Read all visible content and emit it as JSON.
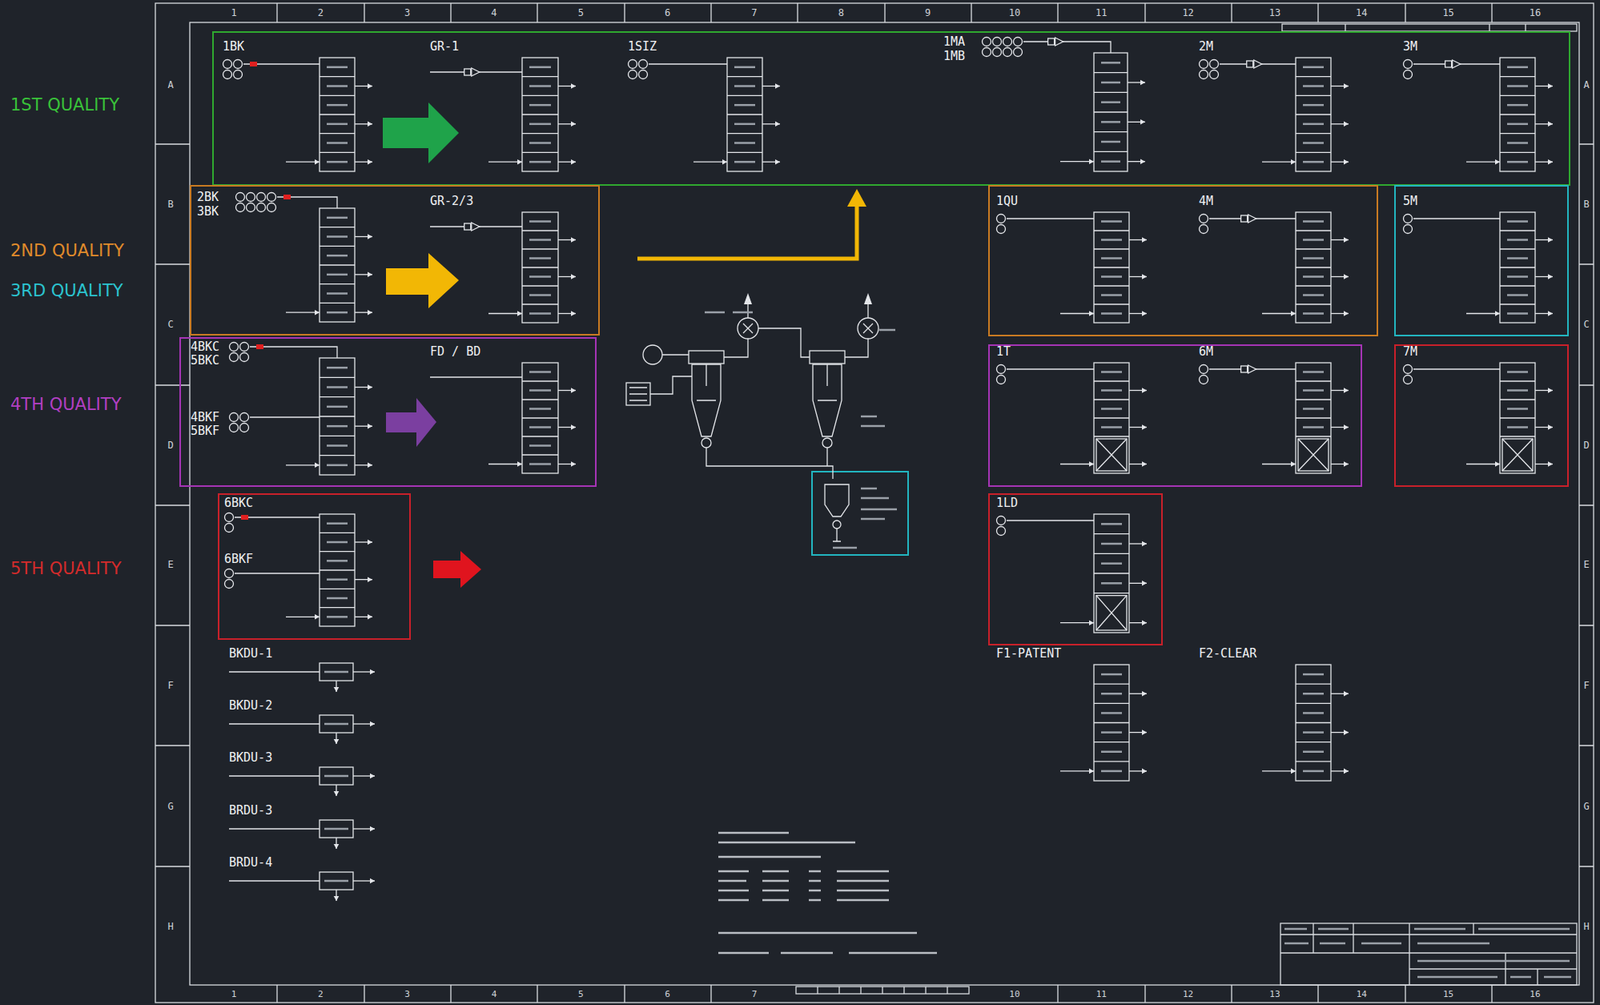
{
  "diagram": {
    "nodes": [
      {
        "text": [
          "1BK"
        ]
      },
      {
        "text": [
          "GR-1"
        ]
      },
      {
        "text": [
          "1SIZ"
        ]
      },
      {
        "text": [
          "1MA",
          "1MB"
        ]
      },
      {
        "text": [
          "2M"
        ]
      },
      {
        "text": [
          "3M"
        ]
      },
      {
        "text": [
          "2BK",
          "3BK"
        ]
      },
      {
        "text": [
          "GR-2/3"
        ]
      },
      {
        "text": [
          "1QU"
        ]
      },
      {
        "text": [
          "4M"
        ]
      },
      {
        "text": [
          "5M"
        ]
      },
      {
        "text": [
          "4BKC",
          "5BKC",
          "4BKF",
          "5BKF"
        ]
      },
      {
        "text": [
          "FD / BD"
        ]
      },
      {
        "text": [
          "1T"
        ]
      },
      {
        "text": [
          "6M"
        ]
      },
      {
        "text": [
          "7M"
        ]
      },
      {
        "text": [
          "6BKC",
          "6BKF"
        ]
      },
      {
        "text": [
          "1LD"
        ]
      },
      {
        "text": [
          "BKDU-1"
        ]
      },
      {
        "text": [
          "F1-PATENT"
        ]
      },
      {
        "text": [
          "F2-CLEAR"
        ]
      },
      {
        "text": [
          "BKDU-2"
        ]
      },
      {
        "text": [
          "BKDU-3"
        ]
      },
      {
        "text": [
          "BRDU-3"
        ]
      },
      {
        "text": [
          "BRDU-4"
        ]
      }
    ],
    "labels": [
      "1",
      "2",
      "3",
      "4",
      "5",
      "6",
      "7",
      "8",
      "9",
      "10",
      "11",
      "12",
      "13",
      "14",
      "15",
      "16",
      "1ST QUALITY",
      "2ND QUALITY",
      "3RD QUALITY",
      "4TH QUALITY",
      "5TH QUALITY",
      "A",
      "B",
      "C",
      "D",
      "E",
      "F",
      "G",
      "H",
      "A",
      "B",
      "C",
      "D",
      "E",
      "F",
      "G",
      "H",
      "1",
      "2",
      "3",
      "4",
      "5",
      "6",
      "7",
      "10",
      "11",
      "12",
      "13",
      "14",
      "15",
      "16"
    ]
  }
}
